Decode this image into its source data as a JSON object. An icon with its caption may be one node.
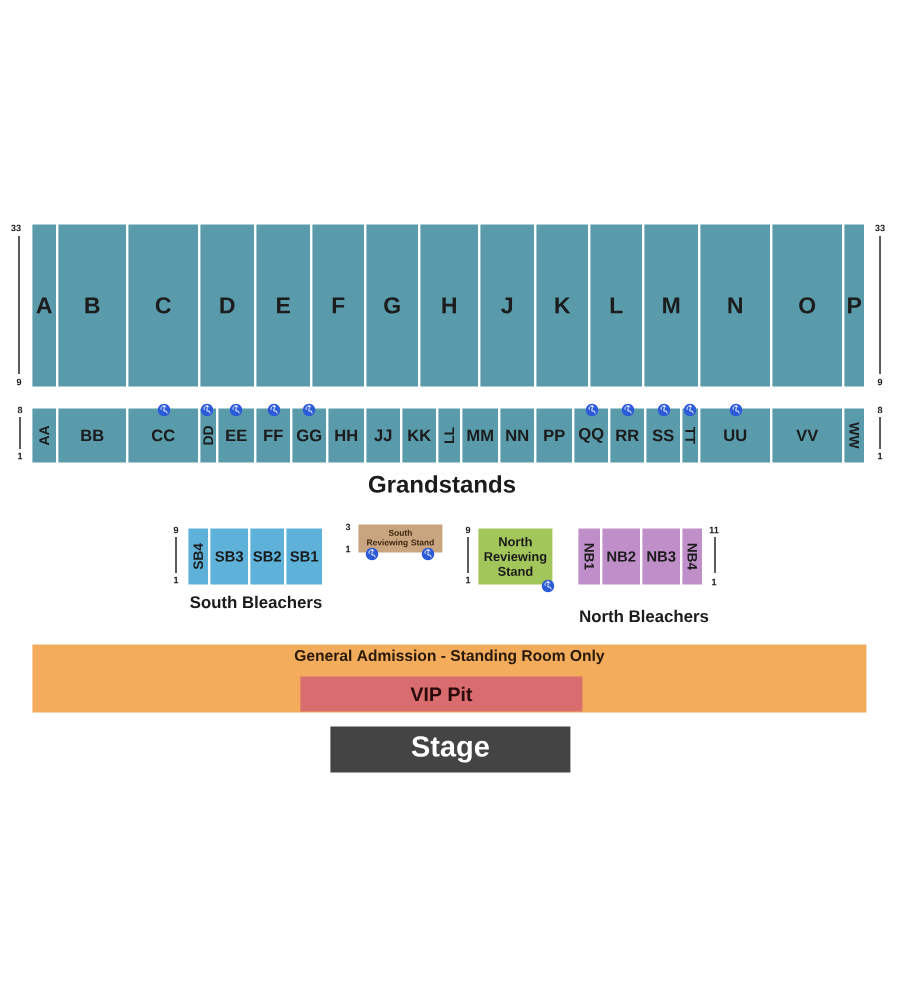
{
  "diagram": {
    "nodes": [
      {
        "text": [
          "A"
        ]
      },
      {
        "text": [
          "B"
        ]
      },
      {
        "text": [
          "C"
        ]
      },
      {
        "text": [
          "D"
        ]
      },
      {
        "text": [
          "E"
        ]
      },
      {
        "text": [
          "F"
        ]
      },
      {
        "text": [
          "G"
        ]
      },
      {
        "text": [
          "H"
        ]
      },
      {
        "text": [
          "J"
        ]
      },
      {
        "text": [
          "K"
        ]
      },
      {
        "text": [
          "L"
        ]
      },
      {
        "text": [
          "M"
        ]
      },
      {
        "text": [
          "N"
        ]
      },
      {
        "text": [
          "O"
        ]
      },
      {
        "text": [
          "P"
        ]
      },
      {
        "text": [
          "AA"
        ]
      },
      {
        "text": [
          "BB"
        ]
      },
      {
        "text": [
          "CC"
        ]
      },
      {
        "text": [
          "DD"
        ]
      },
      {
        "text": [
          "EE"
        ]
      },
      {
        "text": [
          "FF"
        ]
      },
      {
        "text": [
          "GG"
        ]
      },
      {
        "text": [
          "HH"
        ]
      },
      {
        "text": [
          "JJ"
        ]
      },
      {
        "text": [
          "KK"
        ]
      },
      {
        "text": [
          "LL"
        ]
      },
      {
        "text": [
          "MM"
        ]
      },
      {
        "text": [
          "NN"
        ]
      },
      {
        "text": [
          "PP"
        ]
      },
      {
        "text": [
          "QQ"
        ]
      },
      {
        "text": [
          "RR"
        ]
      },
      {
        "text": [
          "SS"
        ]
      },
      {
        "text": [
          "TT"
        ]
      },
      {
        "text": [
          "UU"
        ]
      },
      {
        "text": [
          "VV"
        ]
      },
      {
        "text": [
          "WW"
        ]
      },
      {
        "text": [
          "SB4"
        ]
      },
      {
        "text": [
          "SB3"
        ]
      },
      {
        "text": [
          "SB2"
        ]
      },
      {
        "text": [
          "SB1"
        ]
      },
      {
        "text": [
          "South Reviewing Stand"
        ],
        "beside": [
          "3",
          "1"
        ]
      },
      {
        "text": [
          "North Reviewing Stand"
        ],
        "beside": [
          "9",
          "1"
        ]
      },
      {
        "text": [
          "NB1"
        ]
      },
      {
        "text": [
          "NB2"
        ]
      },
      {
        "text": [
          "NB3"
        ]
      },
      {
        "text": [
          "NB4"
        ]
      },
      {
        "text": [
          "General Admission - Standing Room Only"
        ]
      },
      {
        "text": [
          "VIP Pit"
        ],
        "in": 46
      },
      {
        "text": [
          "Stage"
        ]
      }
    ],
    "labels": [
      "33",
      "33",
      "9",
      "9",
      "8",
      "8",
      "1",
      "1",
      "Grandstands",
      "9",
      "11",
      "1",
      "1",
      "South Bleachers",
      "North Bleachers"
    ]
  }
}
